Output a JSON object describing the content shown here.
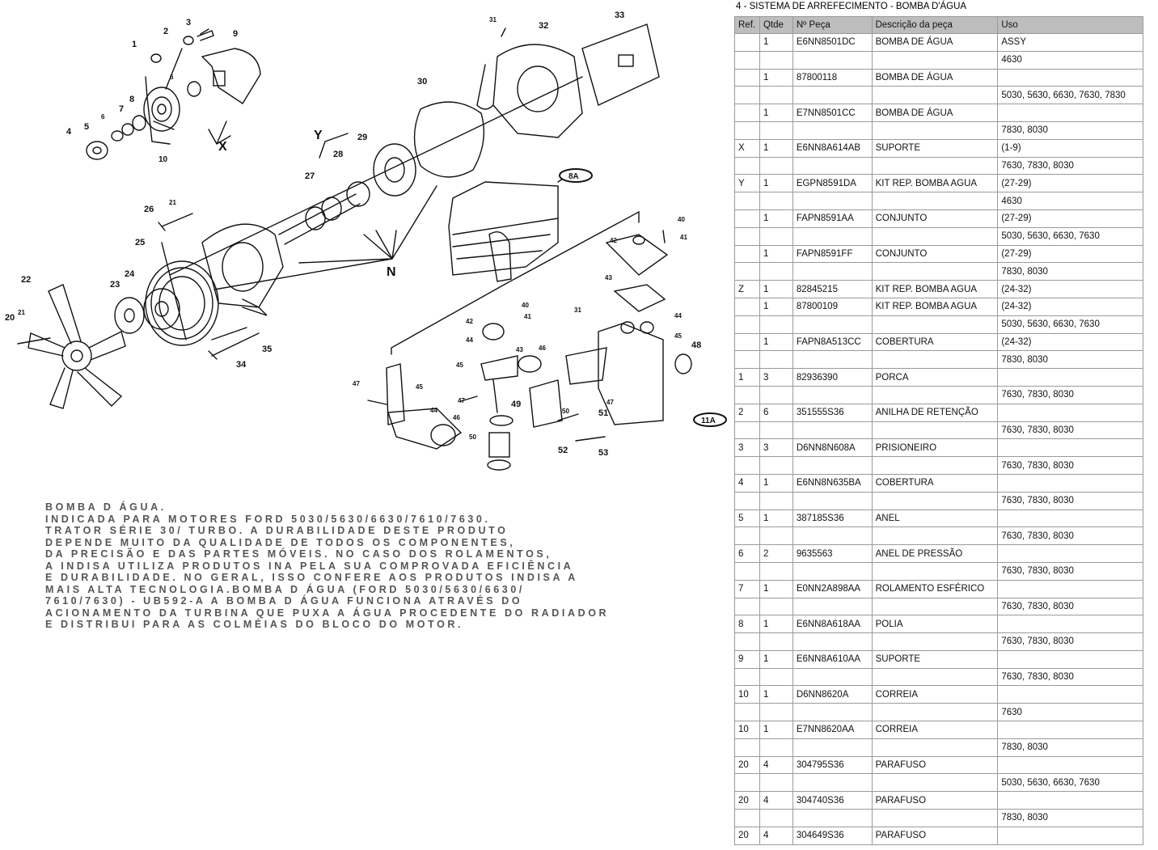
{
  "sheet": {
    "title": "4 - SISTEMA DE ARREFECIMENTO - BOMBA D'ÁGUA"
  },
  "table": {
    "headers": [
      "Ref.",
      "Qtde",
      "Nº Peça",
      "Descrição da peça",
      "Uso"
    ],
    "rows": [
      [
        "",
        "1",
        "E6NN8501DC",
        "BOMBA DE ÁGUA",
        "ASSY"
      ],
      [
        "",
        "",
        "",
        "",
        "4630"
      ],
      [
        "",
        "1",
        "87800118",
        "BOMBA DE ÁGUA",
        ""
      ],
      [
        "",
        "",
        "",
        "",
        "5030, 5630, 6630, 7630, 7830"
      ],
      [
        "",
        "1",
        "E7NN8501CC",
        "BOMBA DE ÁGUA",
        ""
      ],
      [
        "",
        "",
        "",
        "",
        "7830, 8030"
      ],
      [
        "X",
        "1",
        "E6NN8A614AB",
        "SUPORTE",
        "(1-9)"
      ],
      [
        "",
        "",
        "",
        "",
        "7630, 7830, 8030"
      ],
      [
        "Y",
        "1",
        "EGPN8591DA",
        "KIT REP. BOMBA AGUA",
        "(27-29)"
      ],
      [
        "",
        "",
        "",
        "",
        "4630"
      ],
      [
        "",
        "1",
        "FAPN8591AA",
        "CONJUNTO",
        "(27-29)"
      ],
      [
        "",
        "",
        "",
        "",
        "5030, 5630, 6630, 7630"
      ],
      [
        "",
        "1",
        "FAPN8591FF",
        "CONJUNTO",
        "(27-29)"
      ],
      [
        "",
        "",
        "",
        "",
        "7830, 8030"
      ],
      [
        "Z",
        "1",
        "82845215",
        "KIT REP. BOMBA AGUA",
        "(24-32)"
      ],
      [
        "",
        "1",
        "87800109",
        "KIT REP. BOMBA AGUA",
        "(24-32)"
      ],
      [
        "",
        "",
        "",
        "",
        "5030, 5630, 6630, 7630"
      ],
      [
        "",
        "1",
        "FAPN8A513CC",
        "COBERTURA",
        "(24-32)"
      ],
      [
        "",
        "",
        "",
        "",
        "7830, 8030"
      ],
      [
        "1",
        "3",
        "82936390",
        "PORCA",
        ""
      ],
      [
        "",
        "",
        "",
        "",
        "7630, 7830, 8030"
      ],
      [
        "2",
        "6",
        "351555S36",
        "ANILHA DE RETENÇÃO",
        ""
      ],
      [
        "",
        "",
        "",
        "",
        "7630, 7830, 8030"
      ],
      [
        "3",
        "3",
        "D6NN8N608A",
        "PRISIONEIRO",
        ""
      ],
      [
        "",
        "",
        "",
        "",
        "7630, 7830, 8030"
      ],
      [
        "4",
        "1",
        "E6NN8N635BA",
        "COBERTURA",
        ""
      ],
      [
        "",
        "",
        "",
        "",
        "7630, 7830, 8030"
      ],
      [
        "5",
        "1",
        "387185S36",
        "ANEL",
        ""
      ],
      [
        "",
        "",
        "",
        "",
        "7630, 7830, 8030"
      ],
      [
        "6",
        "2",
        "9635563",
        "ANEL DE PRESSÃO",
        ""
      ],
      [
        "",
        "",
        "",
        "",
        "7630, 7830, 8030"
      ],
      [
        "7",
        "1",
        "E0NN2A898AA",
        "ROLAMENTO ESFÉRICO",
        ""
      ],
      [
        "",
        "",
        "",
        "",
        "7630, 7830, 8030"
      ],
      [
        "8",
        "1",
        "E6NN8A618AA",
        "POLIA",
        ""
      ],
      [
        "",
        "",
        "",
        "",
        "7630, 7830, 8030"
      ],
      [
        "9",
        "1",
        "E6NN8A610AA",
        "SUPORTE",
        ""
      ],
      [
        "",
        "",
        "",
        "",
        "7630, 7830, 8030"
      ],
      [
        "10",
        "1",
        "D6NN8620A",
        "CORREIA",
        ""
      ],
      [
        "",
        "",
        "",
        "",
        "7630"
      ],
      [
        "10",
        "1",
        "E7NN8620AA",
        "CORREIA",
        ""
      ],
      [
        "",
        "",
        "",
        "",
        "7830, 8030"
      ],
      [
        "20",
        "4",
        "304795S36",
        "PARAFUSO",
        ""
      ],
      [
        "",
        "",
        "",
        "",
        "5030, 5630, 6630, 7630"
      ],
      [
        "20",
        "4",
        "304740S36",
        "PARAFUSO",
        ""
      ],
      [
        "",
        "",
        "",
        "",
        "7830, 8030"
      ],
      [
        "20",
        "4",
        "304649S36",
        "PARAFUSO",
        ""
      ]
    ]
  },
  "description": {
    "lines": [
      "BOMBA D ÁGUA.",
      "INDICADA PARA MOTORES FORD 5030/5630/6630/7610/7630.",
      "TRATOR SÉRIE 30/ TURBO.  A DURABILIDADE DESTE PRODUTO",
      "DEPENDE MUITO DA QUALIDADE DE TODOS OS COMPONENTES,",
      "DA PRECISÃO E DAS PARTES MÓVEIS.  NO CASO DOS ROLAMENTOS,",
      "A INDISA UTILIZA PRODUTOS INA PELA SUA COMPROVADA EFICIÊNCIA",
      "E DURABILIDADE. NO GERAL, ISSO CONFERE AOS PRODUTOS INDISA A",
      "MAIS ALTA TECNOLOGIA.BOMBA D ÁGUA (FORD 5030/5630/6630/",
      "7610/7630) - UB592-A  A BOMBA D ÁGUA FUNCIONA ATRAVÉS DO",
      "ACIONAMENTO DA TURBINA QUE PUXA A ÁGUA PROCEDENTE DO RADIADOR",
      "E DISTRIBUI PARA AS COLMÉIAS DO BLOCO DO MOTOR."
    ]
  },
  "diagram": {
    "callouts": [
      "1",
      "2",
      "3",
      "4",
      "5",
      "6",
      "6",
      "7",
      "8",
      "9",
      "10",
      "X",
      "Y",
      "N",
      "20",
      "21",
      "21",
      "22",
      "23",
      "24",
      "25",
      "26",
      "27",
      "28",
      "29",
      "30",
      "31",
      "31",
      "32",
      "33",
      "34",
      "35",
      "8A",
      "11A",
      "40",
      "40",
      "41",
      "41",
      "42",
      "42",
      "43",
      "43",
      "44",
      "44",
      "44",
      "45",
      "45",
      "45",
      "46",
      "46",
      "47",
      "47",
      "48",
      "49",
      "50",
      "50",
      "51",
      "52",
      "53"
    ]
  }
}
